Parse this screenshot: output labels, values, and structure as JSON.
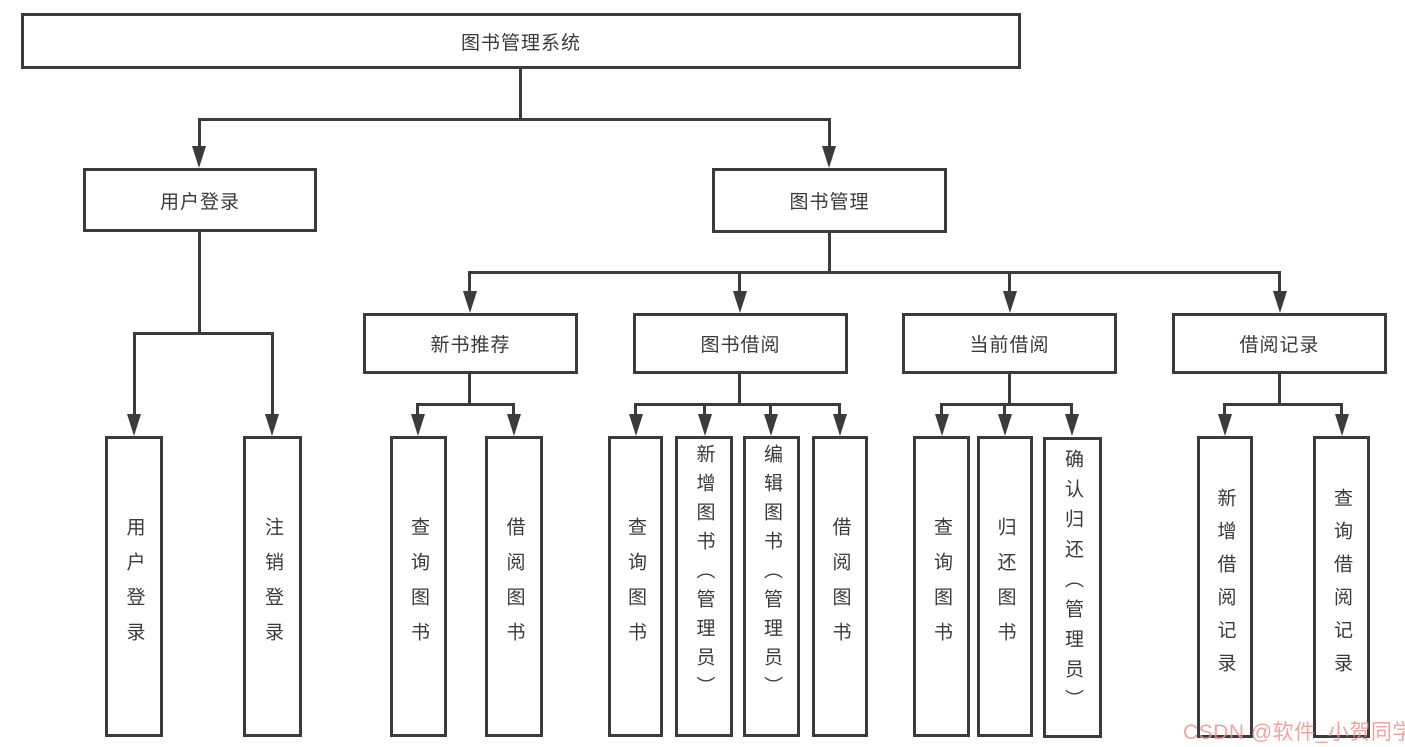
{
  "watermark": {
    "text": "CSDN @软件_小贺同学",
    "color": "#f0938d"
  },
  "colors": {
    "line": "#3b3b3b",
    "box_border": "#3b3b3b",
    "box_bg": "#ffffff",
    "text": "#3a3a3a",
    "background": "#ffffff"
  },
  "tree": {
    "label": "图书管理系统",
    "children": [
      {
        "label": "用户登录",
        "children": [
          {
            "label": "用户登录"
          },
          {
            "label": "注销登录"
          }
        ]
      },
      {
        "label": "图书管理",
        "children": [
          {
            "label": "新书推荐",
            "children": [
              {
                "label": "查询图书"
              },
              {
                "label": "借阅图书"
              }
            ]
          },
          {
            "label": "图书借阅",
            "children": [
              {
                "label": "查询图书"
              },
              {
                "label": "新增图书（管理员）"
              },
              {
                "label": "编辑图书（管理员）"
              },
              {
                "label": "借阅图书"
              }
            ]
          },
          {
            "label": "当前借阅",
            "children": [
              {
                "label": "查询图书"
              },
              {
                "label": "归还图书"
              },
              {
                "label": "确认归还（管理员）"
              }
            ]
          },
          {
            "label": "借阅记录",
            "children": [
              {
                "label": "新增借阅记录"
              },
              {
                "label": "查询借阅记录"
              }
            ]
          }
        ]
      }
    ]
  }
}
